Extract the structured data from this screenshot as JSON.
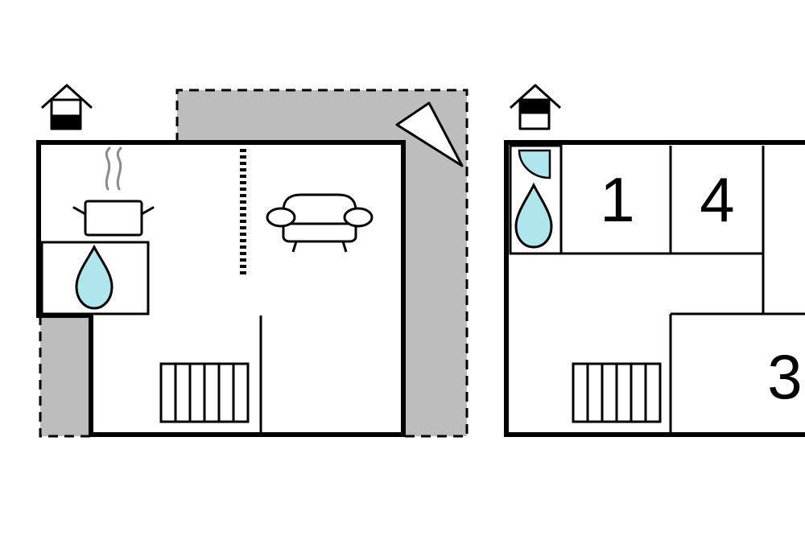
{
  "colors": {
    "background": "#ffffff",
    "wall": "#000000",
    "terrace": "#bdbdbd",
    "water": "#aee6ec"
  },
  "floors": [
    {
      "level_icon": "house-ground-floor-icon",
      "rooms": [
        {
          "type": "kitchen",
          "icons": [
            "cooking-pot-icon",
            "steam-icon"
          ]
        },
        {
          "type": "bathroom",
          "icons": [
            "water-drop-icon"
          ]
        },
        {
          "type": "living-room",
          "icons": [
            "sofa-icon"
          ]
        }
      ],
      "features": [
        "terrace",
        "staircase",
        "ladder",
        "compass-north-arrow"
      ]
    },
    {
      "level_icon": "house-upper-floor-icon",
      "rooms": [
        {
          "type": "shower-room",
          "icons": [
            "water-drop-icon",
            "shower-door-icon"
          ]
        },
        {
          "type": "bedroom",
          "number": "1"
        },
        {
          "type": "bedroom",
          "number": "4"
        },
        {
          "type": "bedroom",
          "number": "3"
        }
      ],
      "features": [
        "staircase"
      ]
    }
  ]
}
